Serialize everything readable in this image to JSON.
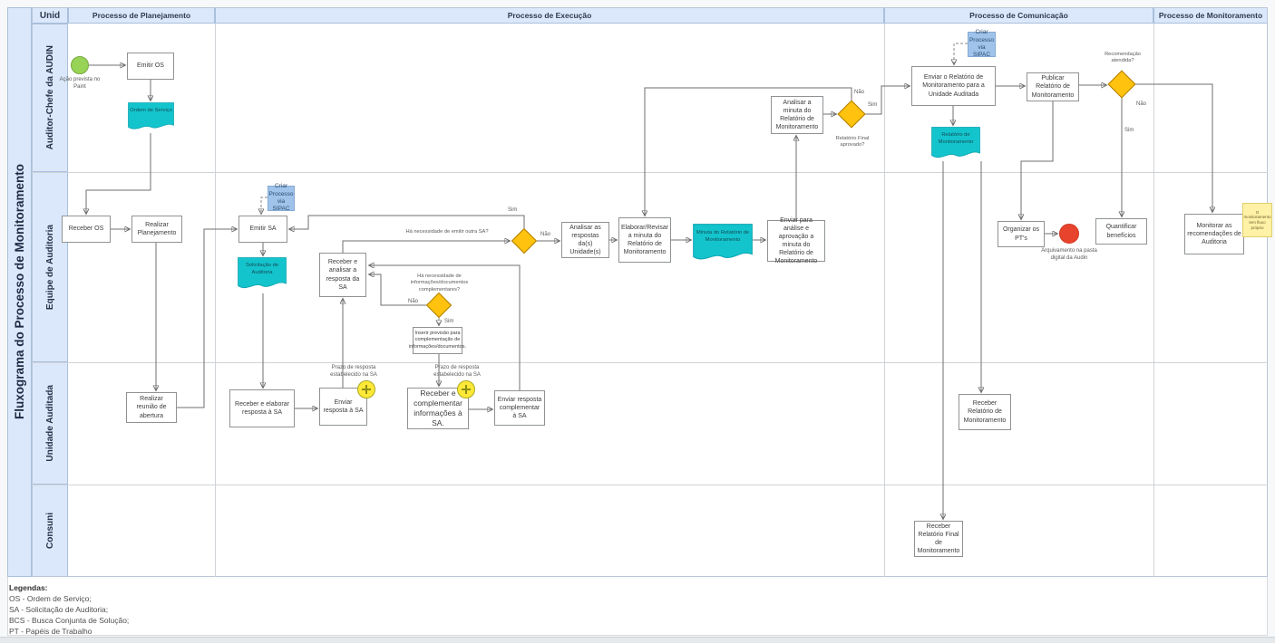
{
  "title": "Fluxograma do Processo de Monitoramento",
  "header": {
    "unit_column": "Unid",
    "phases": [
      "Processo de Planejamento",
      "Processo de Execução",
      "Processo de Comunicação",
      "Processo de Monitoramento"
    ]
  },
  "lanes": [
    "Auditor-Chefe da AUDIN",
    "Equipe de Auditoria",
    "Unidade Auditada",
    "Consuni"
  ],
  "nodes": {
    "start_label": "Ação prevista no Paint",
    "emitir_os": "Emitir OS",
    "doc_ordem_servico": "Ordem de Serviço",
    "receber_os": "Receber OS",
    "realizar_planejamento": "Realizar Planejamento",
    "realizar_reuniao": "Realizar reunião de abertura",
    "nota_sipac_planejamento": "Criar Processo via SIPAC",
    "emitir_sa": "Emitir SA",
    "doc_solicitacao": "Solicitação de Auditoria",
    "receber_elaborar_resposta": "Receber e elaborar resposta à SA",
    "enviar_resposta_sa": "Enviar resposta à SA",
    "receber_analisar_resposta": "Receber e analisar a resposta da SA",
    "decisao_outra_sa": "Há necessidade de emitir outra SA?",
    "decisao_complementares": "Há necessidade de informações/documentos complementares?",
    "inserir_previsao": "Inserir previsão para complementação de informações/documentos.",
    "receber_complementar": "Receber e complementar informações à SA.",
    "enviar_resposta_complementar": "Enviar resposta complementar à SA",
    "analisar_respostas": "Analisar as respostas da(s) Unidade(s)",
    "elaborar_revisar_minuta": "Elaborar/Revisar a minuta do Relatório de Monitoramento",
    "doc_minuta": "Minuta do Relatório de Monitoramento",
    "enviar_analise_aprovacao": "Enviar para análise e aprovação a minuta do Relatório de Monitoramento",
    "analisar_minuta": "Analisar a minuta do Relatório de Monitoramento",
    "decisao_aprovado": "Relatório Final aprovado?",
    "enviar_relatorio_unidade": "Enviar o Relatório de Monitoramento para a Unidade Auditada",
    "nota_sipac_comunicacao": "Criar Processo via SIPAC",
    "doc_relatorio": "Relatório de Monitoramento",
    "publicar_relatorio": "Publicar Relatório de Monitoramento",
    "decisao_atendida": "Recomendação atendida?",
    "organizar_pts": "Organizar os PT's",
    "arquivamento_label": "Arquivamento na pasta digital da Audin",
    "quantificar_beneficios": "Quantificar benefícios",
    "monitorar_recomendacoes": "Monitorar as recomendações de Auditoria",
    "sticky_note": "O monitoramento tem fluxo próprio",
    "receber_relatorio_monitoramento": "Receber Relatório de Monitoramento",
    "receber_relatorio_final": "Receber Relatório Final de Monitoramento",
    "prazo_resposta_1": "Prazo de resposta estabelecido na SA",
    "prazo_resposta_2": "Prazo de resposta estabelecido na SA"
  },
  "edge_labels": {
    "sim": "Sim",
    "nao": "Não"
  },
  "legend": {
    "title": "Legendas:",
    "items": [
      "OS - Ordem de Serviço;",
      "SA - Solicitação de Auditoria;",
      "BCS - Busca Conjunta de Solução;",
      "PT - Papéis de Trabalho"
    ]
  },
  "colors": {
    "lane_fill": "#dbe8fb",
    "document_teal": "#14c4cd",
    "decision_yellow": "#ffc20e",
    "start_green": "#97d455",
    "end_red": "#e8432d",
    "timer_yellow": "#ffe838",
    "note_blue": "#9fc3ea",
    "sticky_yellow": "#fff1a6"
  }
}
